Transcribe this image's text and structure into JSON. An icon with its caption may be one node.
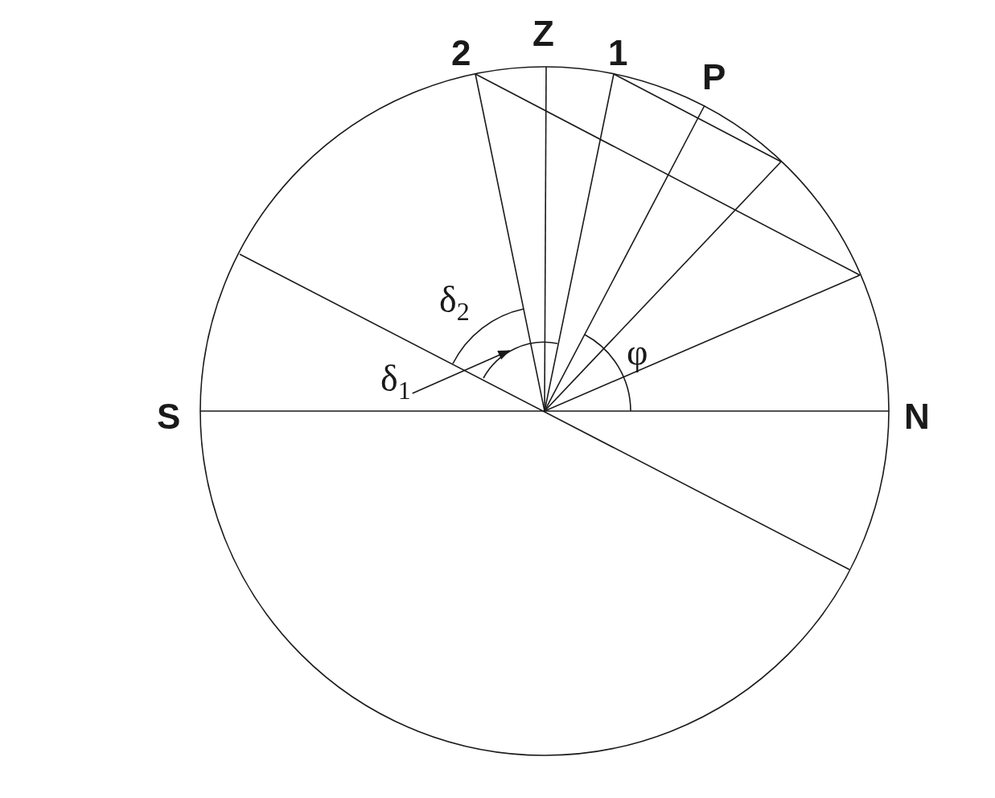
{
  "diagram": {
    "nodes": [
      {
        "text": [
          "δ$_{1}$"
        ]
      },
      {
        "text": [],
        "shape": "arc"
      }
    ],
    "edges": [
      {
        "from": 0,
        "to": 1,
        "arrow": "to"
      }
    ],
    "labels": [
      "2",
      "Z",
      "1",
      "P",
      "δ$_{2}$",
      "φ",
      "S",
      "N"
    ]
  }
}
